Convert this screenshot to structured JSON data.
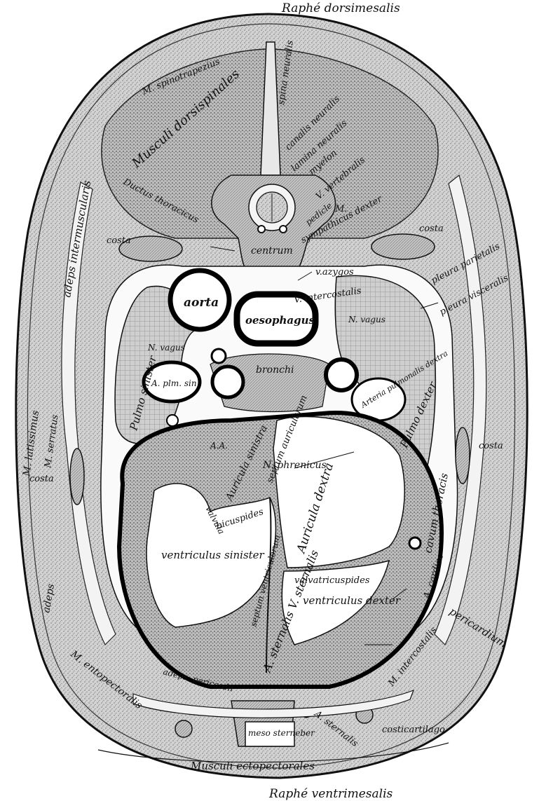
{
  "figure": {
    "title_top": "Raphé dorsimesalis",
    "title_bottom": "Raphé ventrimesalis"
  },
  "labels": {
    "m_spinotrapezius": "M. spinotrapezius",
    "spina_neuralis": "spina neuralis",
    "canalis_neuralis": "canalis neuralis",
    "lamina_neuralis": "lamina neuralis",
    "myelon": "myelon",
    "v_vertebralis": "V. vertebralis",
    "musculi_dorsispinales": "Musculi dorsispinales",
    "ductus_thoracicus": "Ductus thoracicus",
    "adeps_intermuscularis": "adeps intermuscularis",
    "m": "M.",
    "pedicle": "pedicle",
    "sympathicus_dexter": "sympathicus dexter",
    "costa_left_upper": "costa",
    "costa_right_upper": "costa",
    "centrum": "centrum",
    "v_azygos": "v.azygos",
    "pleura_parietalis": "pleura parietalis",
    "pleura_visceralis": "pleura visceralis",
    "aorta": "aorta",
    "oesophagus": "oesophagus",
    "v_intercostalis": "V. intercostalis",
    "n_vagus_left": "N. vagus",
    "n_vagus_right": "N. vagus",
    "bronchi": "bronchi",
    "a_plm_sin": "A. plm. sin",
    "arteria_pulmonalis_dextra": "Arteria pulmonalis dextra",
    "pulmo_sinister": "Pulmo sinister",
    "pulmo_dexter": "Pulmo dexter",
    "m_latissimus": "M. latissimus",
    "m_serratus": "M. serratus",
    "costa_left_mid": "costa",
    "costa_right_mid": "costa",
    "auricula_sinistra": "Auricula sinistra",
    "septum_auricularum": "septum auricularum",
    "n_phrenicus": "N. phrenicus",
    "auricula_dextra": "Auricula dextra",
    "cavum_thoracis": "cavum thoracis",
    "valvula": "valvula",
    "bicuspides": "bicuspides",
    "ventriculus_sinister": "ventriculus sinister",
    "septum_ventriculorum": "septum ventriculorum",
    "valvatricuspides": "valvatricuspides",
    "ventriculus_dexter": "ventriculus dexter",
    "a_cardiac": "A. cardiac",
    "pericardium": "pericardium",
    "m_intercostalis": "M. intercostalis",
    "adeps_left": "adeps",
    "a_sternalis_v_sternalis": "A. sternalis V. sternalis",
    "adeps_pericardii": "adeps. pericardii",
    "m_entopectoralis": "M. entopectoralis",
    "costicartilago": "costicartilago",
    "mesosterneber": "meso sterneber",
    "a_sternalis_lower": "A. sternalis",
    "musculi_ectopectorales": "Musculi ectopectorales",
    "a_a": "A.A."
  }
}
